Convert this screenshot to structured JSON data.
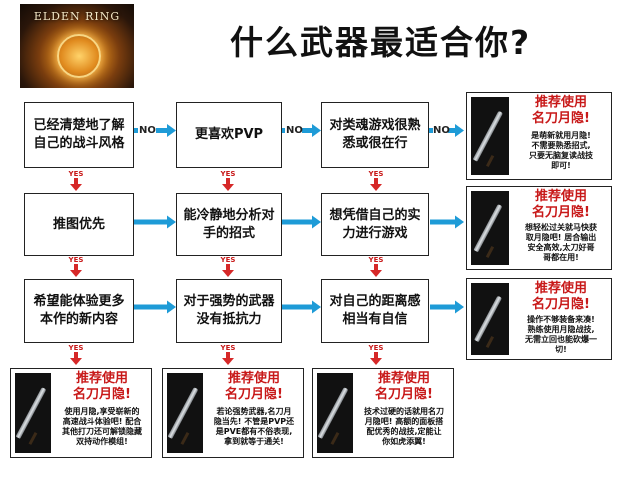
{
  "header": {
    "logo_text": "ELDEN RING",
    "title": "什么武器最适合你?"
  },
  "colors": {
    "arrow_blue": "#1e9bd7",
    "arrow_red": "#d62828",
    "recommend_red": "#c81919"
  },
  "labels": {
    "no": "NO",
    "yes": "YES"
  },
  "questions": [
    "已经清楚地了解自己的战斗风格",
    "更喜欢PVP",
    "对类魂游戏很熟悉或很在行",
    "推图优先",
    "能冷静地分析对手的招式",
    "想凭借自己的实力进行游戏",
    "希望能体验更多本作的新内容",
    "对于强势的武器没有抵抗力",
    "对自己的距离感相当有自信"
  ],
  "recommendations": [
    {
      "title": "推荐使用\n名刀月隐!",
      "body": "是萌新就用月隐!\n不需要熟悉招式,\n只要无脑复读战技\n即可!"
    },
    {
      "title": "推荐使用\n名刀月隐!",
      "body": "想轻松过关就马快获\n取月隐吧! 居合输出\n安全高效,太刀好哥\n哥都在用!"
    },
    {
      "title": "推荐使用\n名刀月隐!",
      "body": "操作不够装备来凑!\n熟练使用月隐战技,\n无需立回也能砍爆一\n切!"
    },
    {
      "title": "推荐使用\n名刀月隐!",
      "body": "使用月隐,享受崭新的\n高速战斗体验吧! 配合\n其他打刀还可解锁隐藏\n双持动作模组!"
    },
    {
      "title": "推荐使用\n名刀月隐!",
      "body": "若论强势武器,名刀月\n隐当先! 不管是PVP还\n是PVE都有不俗表现,\n拿到就等于通关!"
    },
    {
      "title": "推荐使用\n名刀月隐!",
      "body": "技术过硬的话就用名刀\n月隐吧! 高额的面板搭\n配优秀的战技,定能让\n你如虎添翼!"
    }
  ]
}
